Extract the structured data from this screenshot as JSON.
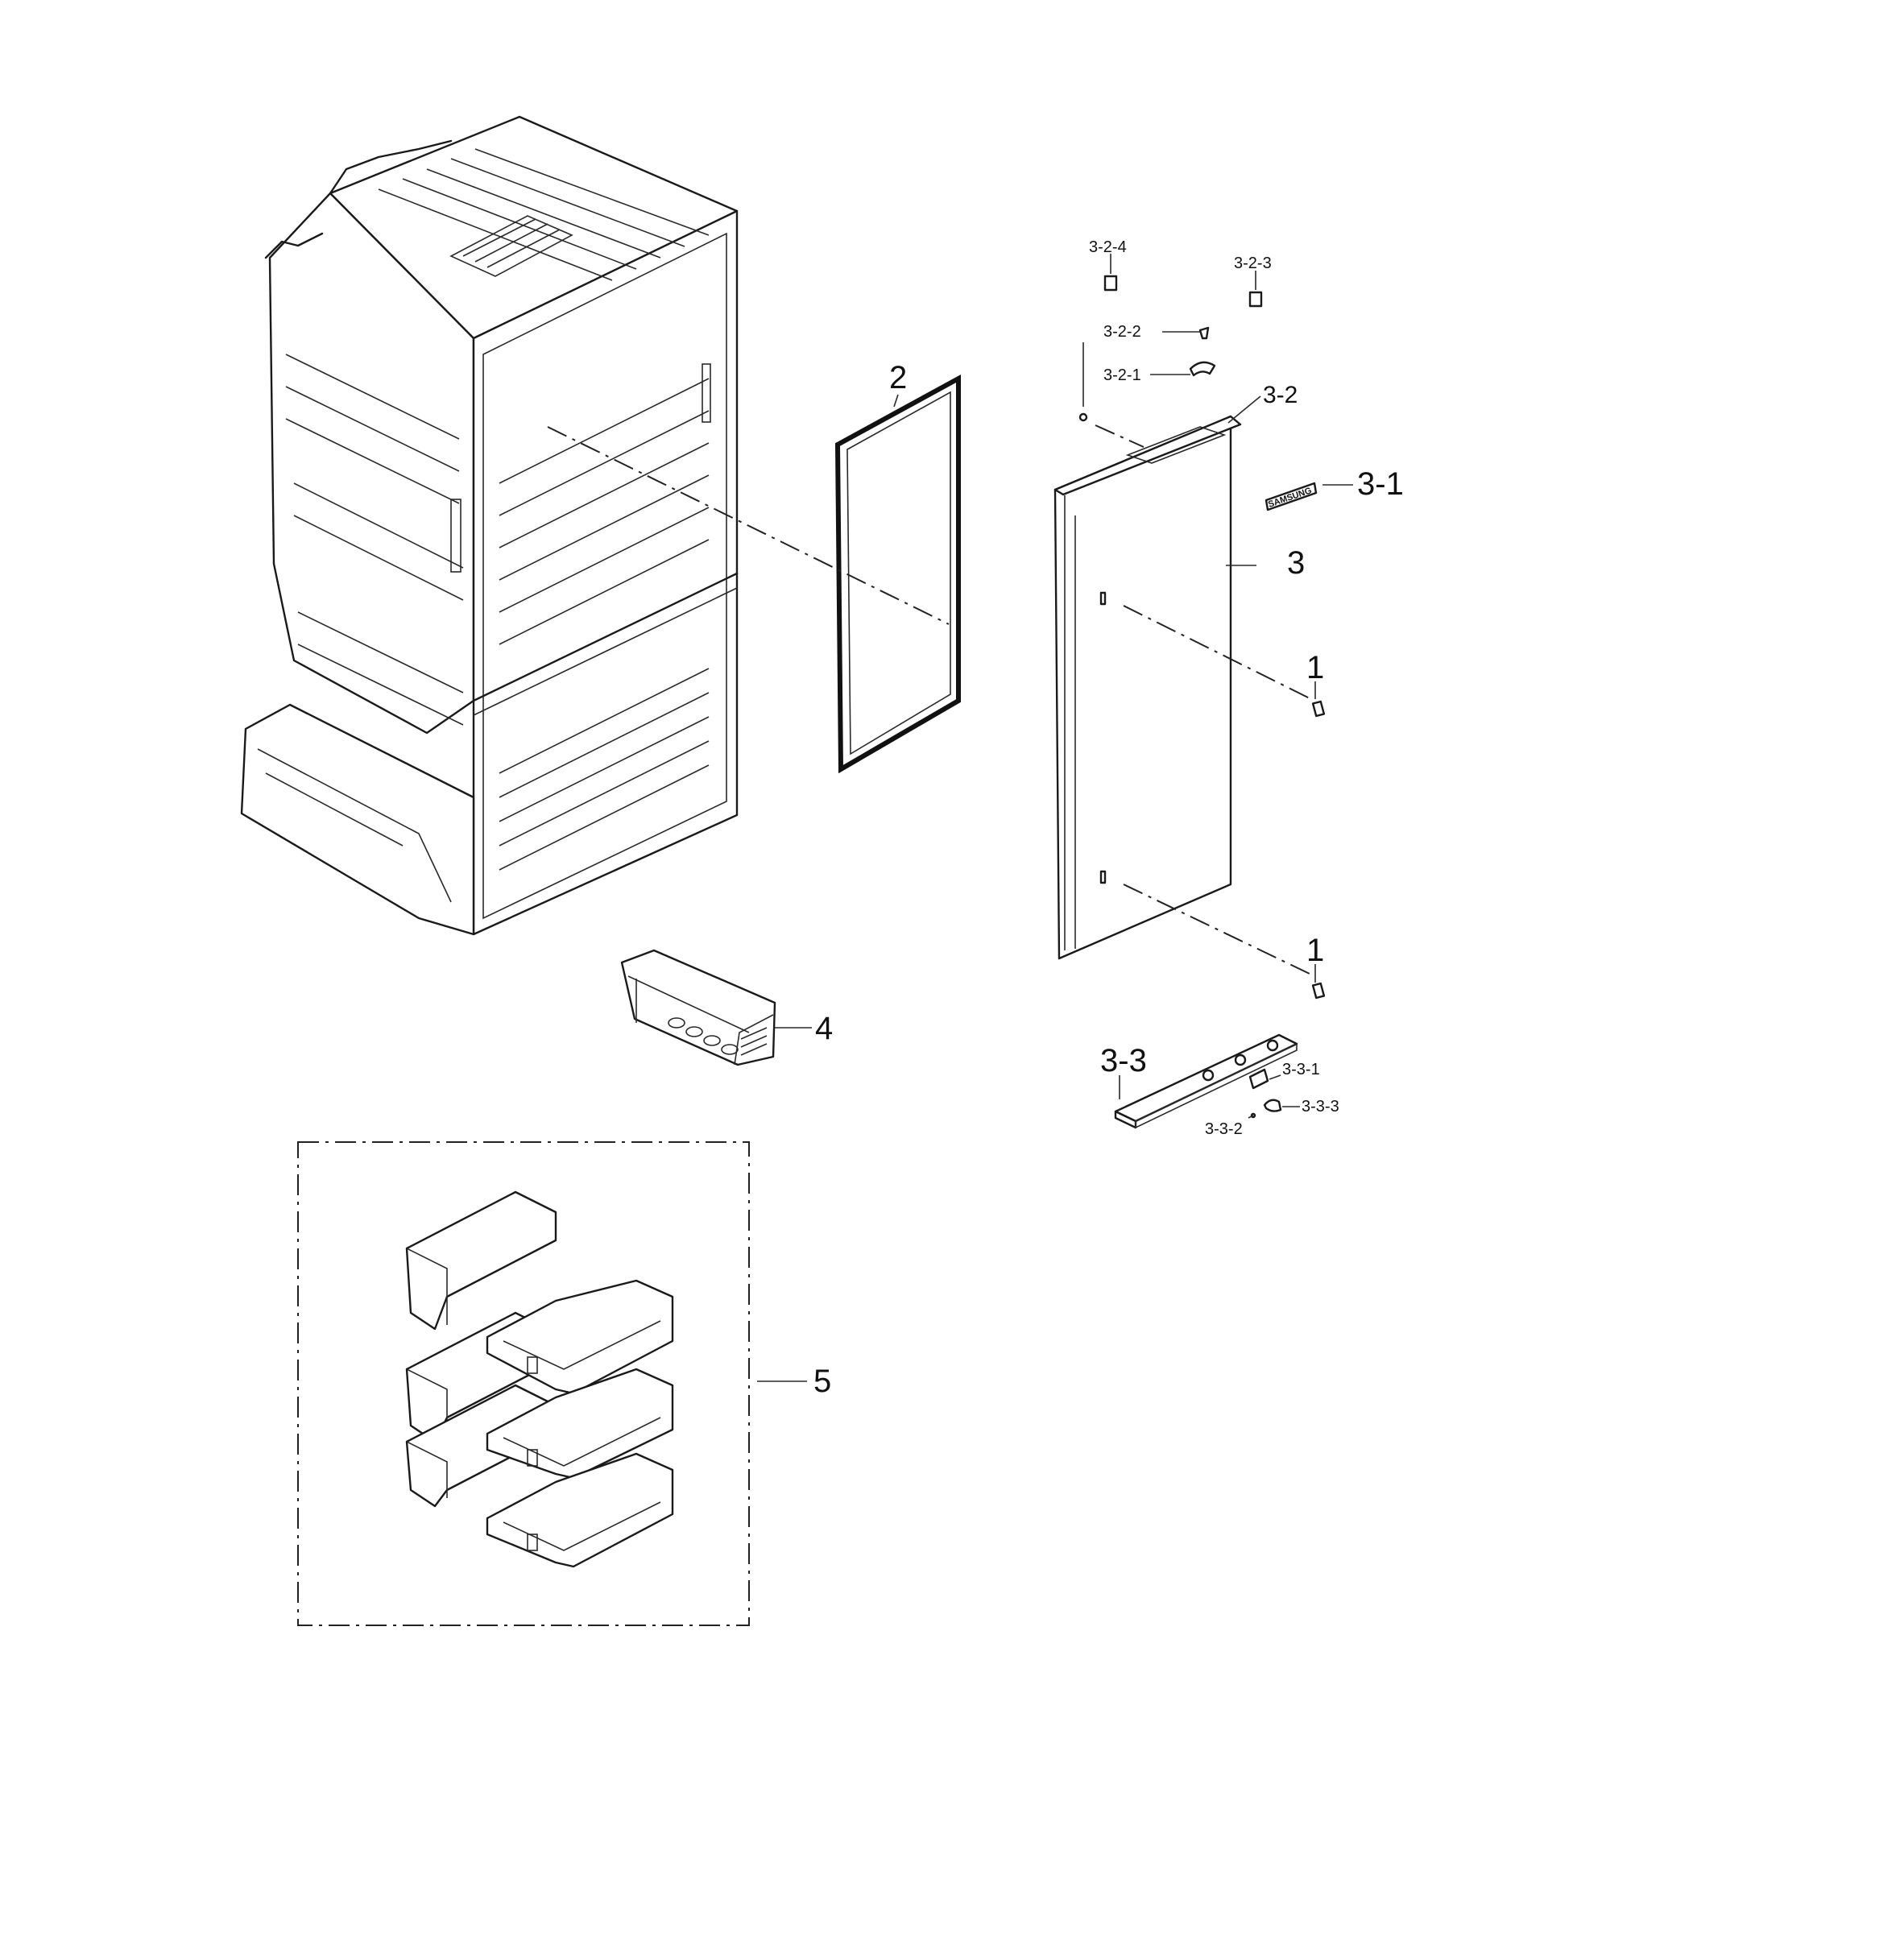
{
  "labels": {
    "p1_top": "1",
    "p1_bottom": "1",
    "p2": "2",
    "p3": "3",
    "p3_1": "3-1",
    "p3_2": "3-2",
    "p3_2_1": "3-2-1",
    "p3_2_2": "3-2-2",
    "p3_2_3": "3-2-3",
    "p3_2_4": "3-2-4",
    "p3_3": "3-3",
    "p3_3_1": "3-3-1",
    "p3_3_2": "3-3-2",
    "p3_3_3": "3-3-3",
    "p4": "4",
    "p5": "5"
  },
  "logo_text": "SAMSUNG",
  "colors": {
    "line": "#1a1a1a",
    "background": "#ffffff"
  }
}
